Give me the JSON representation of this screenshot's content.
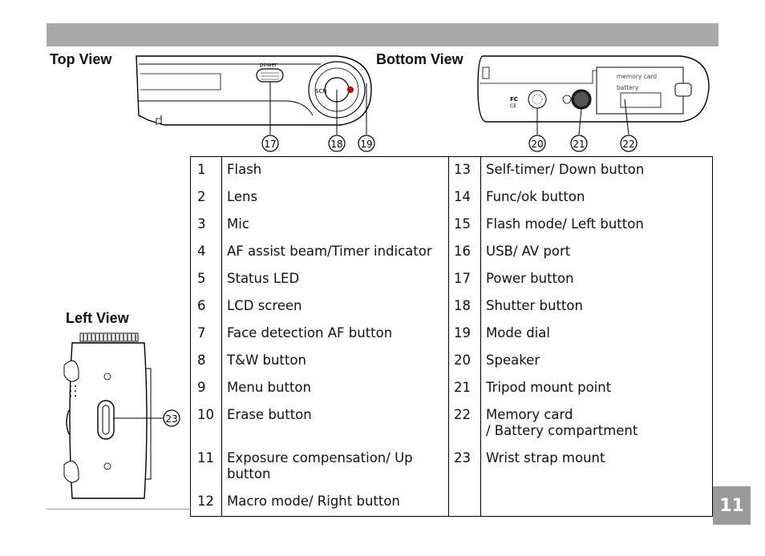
{
  "header": {
    "page_number": "11"
  },
  "views": {
    "top": {
      "label": "Top View",
      "power_text": "power",
      "dial_text": "SCN",
      "callouts": [
        "17",
        "18",
        "19"
      ]
    },
    "bottom": {
      "label": "Bottom View",
      "memory_text": "memory card",
      "battery_text": "battery",
      "callouts": [
        "20",
        "21",
        "22"
      ]
    },
    "left": {
      "label": "Left View",
      "callouts": [
        "23"
      ]
    }
  },
  "parts_table": {
    "rows": [
      {
        "n1": "1",
        "l1": "Flash",
        "n2": "13",
        "l2": "Self-timer/ Down button"
      },
      {
        "n1": "2",
        "l1": "Lens",
        "n2": "14",
        "l2": "Func/ok button"
      },
      {
        "n1": "3",
        "l1": "Mic",
        "n2": "15",
        "l2": "Flash mode/ Left button"
      },
      {
        "n1": "4",
        "l1": "AF assist beam/Timer indicator",
        "n2": "16",
        "l2": "USB/ AV port"
      },
      {
        "n1": "5",
        "l1": "Status LED",
        "n2": "17",
        "l2": "Power button"
      },
      {
        "n1": "6",
        "l1": "LCD screen",
        "n2": "18",
        "l2": "Shutter button"
      },
      {
        "n1": "7",
        "l1": "Face detection AF button",
        "n2": "19",
        "l2": "Mode dial"
      },
      {
        "n1": "8",
        "l1": "T&W button",
        "n2": "20",
        "l2": "Speaker"
      },
      {
        "n1": "9",
        "l1": "Menu button",
        "n2": "21",
        "l2": "Tripod mount point"
      },
      {
        "n1": "10",
        "l1": "Erase button",
        "n2": "22",
        "l2": "Memory card\n/ Battery compartment"
      },
      {
        "n1": "11",
        "l1": "Exposure compensation/ Up button",
        "n2": "23",
        "l2": "Wrist strap mount"
      },
      {
        "n1": "12",
        "l1": "Macro mode/ Right button",
        "n2": "",
        "l2": ""
      }
    ]
  }
}
